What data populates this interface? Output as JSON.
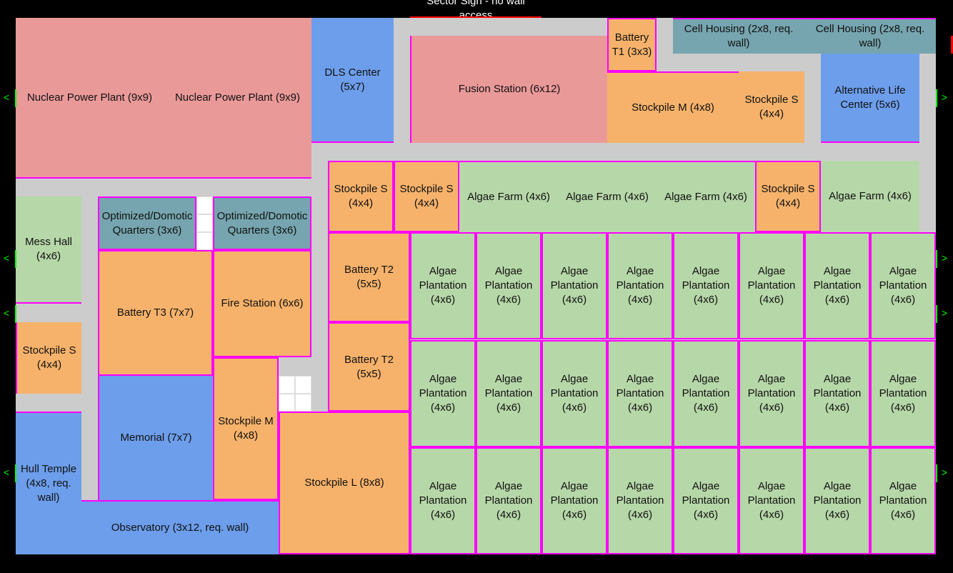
{
  "sector_sign": "Sector Sign - no wall access",
  "arrows": {
    "left": "<",
    "right": ">"
  },
  "colors": {
    "power": "#ea9999",
    "blue": "#6d9eeb",
    "teal": "#76a5af",
    "orange": "#f6b26b",
    "green": "#b6d7a8",
    "border": "#ff00ff",
    "floor": "#cccccc"
  },
  "rooms": [
    {
      "label": "Nuclear Power Plant (9x9)",
      "kind": "power"
    },
    {
      "label": "Nuclear Power Plant (9x9)",
      "kind": "power"
    },
    {
      "label": "DLS Center (5x7)",
      "kind": "blue"
    },
    {
      "label": "Fusion Station (6x12)",
      "kind": "power"
    },
    {
      "label": "Battery T1 (3x3)",
      "kind": "orange"
    },
    {
      "label": "Cell Housing (2x8, req. wall)",
      "kind": "teal"
    },
    {
      "label": "Cell Housing (2x8, req. wall)",
      "kind": "teal"
    },
    {
      "label": "Stockpile M (4x8)",
      "kind": "orange"
    },
    {
      "label": "Stockpile S (4x4)",
      "kind": "orange"
    },
    {
      "label": "Alternative Life Center (5x6)",
      "kind": "blue"
    },
    {
      "label": "Stockpile S (4x4)",
      "kind": "orange"
    },
    {
      "label": "Stockpile S (4x4)",
      "kind": "orange"
    },
    {
      "label": "Algae Farm (4x6)",
      "kind": "green"
    },
    {
      "label": "Algae Farm (4x6)",
      "kind": "green"
    },
    {
      "label": "Algae Farm (4x6)",
      "kind": "green"
    },
    {
      "label": "Stockpile S (4x4)",
      "kind": "orange"
    },
    {
      "label": "Algae Farm (4x6)",
      "kind": "green"
    },
    {
      "label": "Mess Hall (4x6)",
      "kind": "green"
    },
    {
      "label": "Optimized/Domotic Quarters (3x6)",
      "kind": "teal"
    },
    {
      "label": "Optimized/Domotic Quarters (3x6)",
      "kind": "teal"
    },
    {
      "label": "Battery T3 (7x7)",
      "kind": "orange"
    },
    {
      "label": "Fire Station (6x6)",
      "kind": "orange"
    },
    {
      "label": "Stockpile M (4x8)",
      "kind": "orange"
    },
    {
      "label": "Stockpile S (4x4)",
      "kind": "orange"
    },
    {
      "label": "Memorial (7x7)",
      "kind": "blue"
    },
    {
      "label": "Hull Temple (4x8, req. wall)",
      "kind": "blue"
    },
    {
      "label": "Observatory (3x12, req. wall)",
      "kind": "blue"
    },
    {
      "label": "Battery T2 (5x5)",
      "kind": "orange"
    },
    {
      "label": "Battery T2 (5x5)",
      "kind": "orange"
    },
    {
      "label": "Stockpile L (8x8)",
      "kind": "orange"
    }
  ],
  "plantation": {
    "label": "Algae Plantation (4x6)",
    "rows": 3,
    "cols": 8
  }
}
